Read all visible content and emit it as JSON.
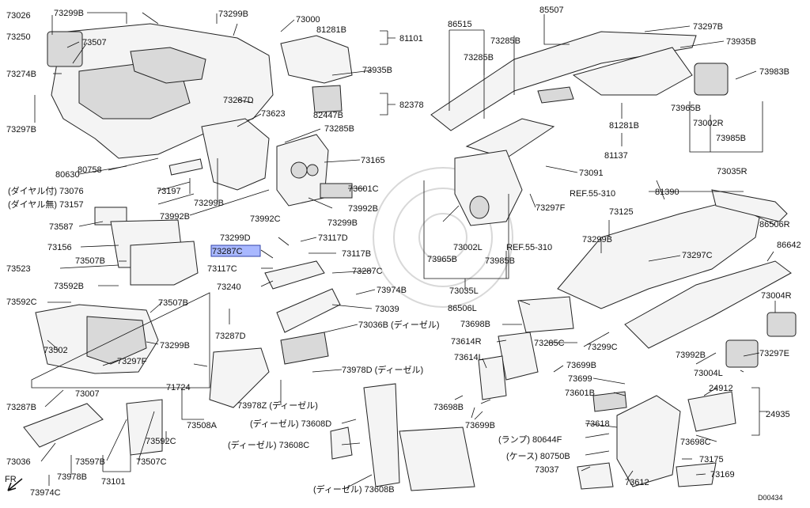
{
  "diagram": {
    "code": "D00434",
    "fr_label": "FR",
    "highlighted_part": "73287C",
    "labels": [
      "73026",
      "73299B",
      "73299B",
      "73000",
      "73250",
      "73507",
      "73274B",
      "73297B",
      "81281B",
      "81101",
      "73935B",
      "73287D",
      "82447B",
      "82378",
      "73623",
      "73285B",
      "73165",
      "73601C",
      "73992B",
      "80630",
      "80758",
      "(ダイヤル付) 73076",
      "(ダイヤル無) 73157",
      "73197",
      "73299B",
      "73992B",
      "73992C",
      "73299B",
      "73587",
      "73156",
      "73299D",
      "73117D",
      "73117B",
      "73117C",
      "73287C",
      "73240",
      "73287C",
      "73974B",
      "73523",
      "73507B",
      "73592B",
      "73592C",
      "73507B",
      "73039",
      "73287D",
      "73036B (ディーゼル)",
      "73502",
      "73299B",
      "73297F",
      "71724",
      "73978D (ディーゼル)",
      "73007",
      "73287B",
      "73978Z (ディーゼル)",
      "73508A",
      "(ディーゼル) 73608D",
      "73036",
      "73597B",
      "73507C",
      "73592C",
      "(ディーゼル) 73608C",
      "73101",
      "73978B",
      "73974C",
      "(ディーゼル) 73608B",
      "86515",
      "85507",
      "73285B",
      "73285B",
      "73297B",
      "73935B",
      "73983B",
      "73965B",
      "73002R",
      "73985B",
      "81281B",
      "81137",
      "73035R",
      "73091",
      "73297F",
      "81390",
      "REF.55-310",
      "73125",
      "86506R",
      "73299B",
      "73297C",
      "86642",
      "73965B",
      "73002L",
      "73985B",
      "73035L",
      "REF.55-310",
      "86506L",
      "73698B",
      "73285C",
      "73299C",
      "73614R",
      "73004R",
      "73614L",
      "73992B",
      "73297E",
      "73004L",
      "73699B",
      "73699",
      "73601B",
      "24912",
      "73698B",
      "73699B",
      "24935",
      "73618",
      "73698C",
      "(ランプ) 80644F",
      "(ケース) 80750B",
      "73175",
      "73037",
      "73612",
      "73169"
    ]
  }
}
